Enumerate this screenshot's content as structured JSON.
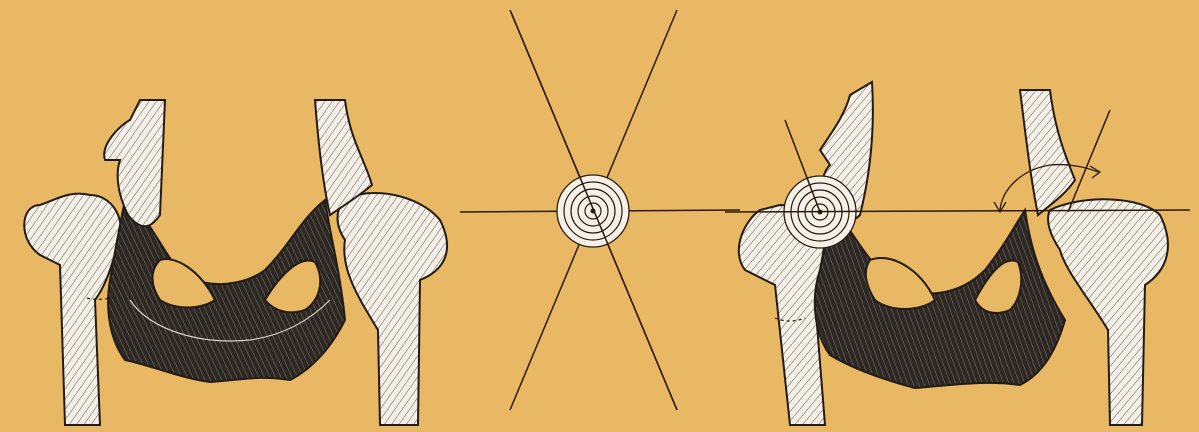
{
  "illustration": {
    "colors": {
      "background": "#e8b865",
      "bone_light": "#f3efe6",
      "bone_dark": "#2b2622",
      "ink": "#2a1a0a"
    },
    "panels": [
      {
        "id": "left",
        "subject": "pelvis-and-femurs-front-view"
      },
      {
        "id": "middle",
        "subject": "target-with-crossed-lines"
      },
      {
        "id": "right",
        "subject": "pelvis-and-femurs-tilted-with-angle-lines"
      }
    ],
    "signature_left": "",
    "signature_right": ""
  }
}
